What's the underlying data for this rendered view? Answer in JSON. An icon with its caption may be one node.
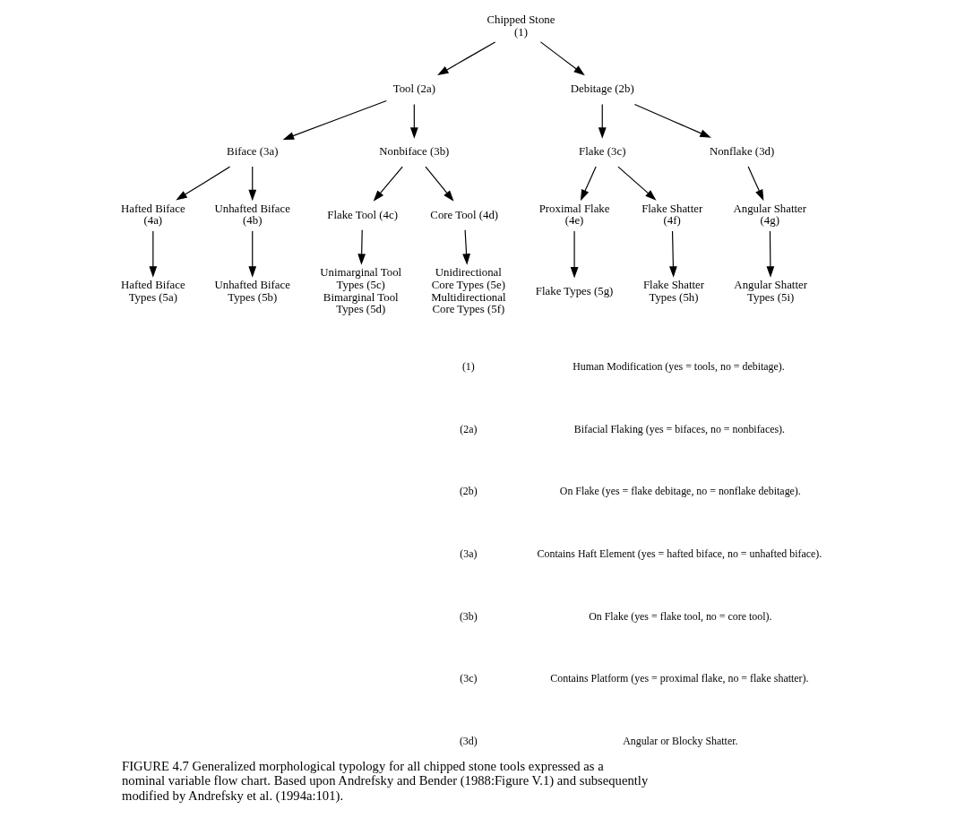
{
  "diagram": {
    "caption": "FIGURE 4.7 Generalized morphological typology for all chipped stone tools expressed as a nominal variable flow chart. Based upon Andrefsky and Bender (1988:Figure V.1) and subsequently modified by Andrefsky et al. (1994a:101).",
    "nodes": [
      {
        "text": [
          "Chipped Stone (1)"
        ]
      },
      {
        "text": [
          "Tool (2a)"
        ]
      },
      {
        "text": [
          "Debitage (2b)"
        ]
      },
      {
        "text": [
          "Biface (3a)"
        ]
      },
      {
        "text": [
          "Nonbiface (3b)"
        ]
      },
      {
        "text": [
          "Flake (3c)"
        ]
      },
      {
        "text": [
          "Nonflake (3d)"
        ]
      },
      {
        "text": [
          "Hafted Biface (4a)"
        ]
      },
      {
        "text": [
          "Unhafted Biface (4b)"
        ]
      },
      {
        "text": [
          "Flake Tool (4c)"
        ]
      },
      {
        "text": [
          "Core Tool (4d)"
        ]
      },
      {
        "text": [
          "Proximal Flake (4e)"
        ]
      },
      {
        "text": [
          "Flake Shatter (4f)"
        ]
      },
      {
        "text": [
          "Angular Shatter (4g)"
        ]
      },
      {
        "text": [
          "Hafted Biface Types (5a)"
        ]
      },
      {
        "text": [
          "Unhafted Biface Types (5b)"
        ]
      },
      {
        "text": [
          "Unimarginal Tool Types (5c)",
          "Bimarginal Tool Types (5d)"
        ]
      },
      {
        "text": [
          "Unidirectional Core Types (5e)",
          "Multidirectional Core Types (5f)"
        ]
      },
      {
        "text": [
          "Flake Types (5g)"
        ]
      },
      {
        "text": [
          "Flake Shatter Types (5h)"
        ]
      },
      {
        "text": [
          "Angular Shatter Types (5i)"
        ]
      }
    ],
    "edges": [
      {
        "from": 0,
        "to": 1,
        "arrow": "to"
      },
      {
        "from": 0,
        "to": 2,
        "arrow": "to"
      },
      {
        "from": 1,
        "to": 3,
        "arrow": "to"
      },
      {
        "from": 1,
        "to": 4,
        "arrow": "to"
      },
      {
        "from": 2,
        "to": 5,
        "arrow": "to"
      },
      {
        "from": 2,
        "to": 6,
        "arrow": "to"
      },
      {
        "from": 3,
        "to": 7,
        "arrow": "to"
      },
      {
        "from": 3,
        "to": 8,
        "arrow": "to"
      },
      {
        "from": 4,
        "to": 9,
        "arrow": "to"
      },
      {
        "from": 4,
        "to": 10,
        "arrow": "to"
      },
      {
        "from": 5,
        "to": 11,
        "arrow": "to"
      },
      {
        "from": 5,
        "to": 12,
        "arrow": "to"
      },
      {
        "from": 6,
        "to": 13,
        "arrow": "to"
      },
      {
        "from": 7,
        "to": 14,
        "arrow": "to"
      },
      {
        "from": 8,
        "to": 15,
        "arrow": "to"
      },
      {
        "from": 9,
        "to": 16,
        "arrow": "to"
      },
      {
        "from": 10,
        "to": 17,
        "arrow": "to"
      },
      {
        "from": 11,
        "to": 18,
        "arrow": "to"
      },
      {
        "from": 12,
        "to": 19,
        "arrow": "to"
      },
      {
        "from": 13,
        "to": 20,
        "arrow": "to"
      }
    ],
    "labels": [
      "(1)",
      "Human Modification (yes = tools, no = debitage).",
      "(2a)",
      "Bifacial Flaking (yes = bifaces, no = nonbifaces).",
      "(2b)",
      "On Flake (yes = flake debitage, no = nonflake debitage).",
      "(3a)",
      "Contains Haft Element (yes = hafted biface, no = unhafted biface).",
      "(3b)",
      "On Flake (yes = flake tool, no = core tool).",
      "(3c)",
      "Contains Platform (yes = proximal flake, no = flake shatter).",
      "(3d)",
      "Angular or Blocky Shatter."
    ]
  }
}
